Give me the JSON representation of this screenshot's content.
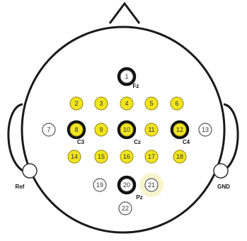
{
  "colors": {
    "active_fill": "#f1e51f",
    "active_stroke": "#a09515",
    "outline": "#1a1a1a",
    "ring_thick": "#111111",
    "head_fill": "#ffffff",
    "glow": "#f7f3c6"
  },
  "electrodes": [
    {
      "id": "1",
      "fill": "white",
      "ring": "thick",
      "label": "Fz"
    },
    {
      "id": "2",
      "fill": "yellow",
      "ring": "normal",
      "label": ""
    },
    {
      "id": "3",
      "fill": "yellow",
      "ring": "normal",
      "label": ""
    },
    {
      "id": "4",
      "fill": "yellow",
      "ring": "normal",
      "label": ""
    },
    {
      "id": "5",
      "fill": "yellow",
      "ring": "normal",
      "label": ""
    },
    {
      "id": "6",
      "fill": "yellow",
      "ring": "normal",
      "label": ""
    },
    {
      "id": "7",
      "fill": "white",
      "ring": "normal",
      "label": ""
    },
    {
      "id": "8",
      "fill": "yellow",
      "ring": "thick",
      "label": "C3"
    },
    {
      "id": "9",
      "fill": "yellow",
      "ring": "normal",
      "label": ""
    },
    {
      "id": "10",
      "fill": "yellow",
      "ring": "thick",
      "label": "Cz"
    },
    {
      "id": "11",
      "fill": "yellow",
      "ring": "normal",
      "label": ""
    },
    {
      "id": "12",
      "fill": "yellow",
      "ring": "thick",
      "label": "C4"
    },
    {
      "id": "13",
      "fill": "white",
      "ring": "normal",
      "label": ""
    },
    {
      "id": "14",
      "fill": "yellow",
      "ring": "normal",
      "label": ""
    },
    {
      "id": "15",
      "fill": "yellow",
      "ring": "normal",
      "label": ""
    },
    {
      "id": "16",
      "fill": "yellow",
      "ring": "normal",
      "label": ""
    },
    {
      "id": "17",
      "fill": "yellow",
      "ring": "normal",
      "label": ""
    },
    {
      "id": "18",
      "fill": "yellow",
      "ring": "normal",
      "label": ""
    },
    {
      "id": "19",
      "fill": "white",
      "ring": "normal",
      "label": ""
    },
    {
      "id": "20",
      "fill": "white",
      "ring": "thick",
      "label": "Pz"
    },
    {
      "id": "21",
      "fill": "white",
      "ring": "glow",
      "label": ""
    },
    {
      "id": "22",
      "fill": "white",
      "ring": "normal",
      "label": ""
    }
  ],
  "ear_labels": {
    "left": "Ref",
    "right": "GND"
  }
}
